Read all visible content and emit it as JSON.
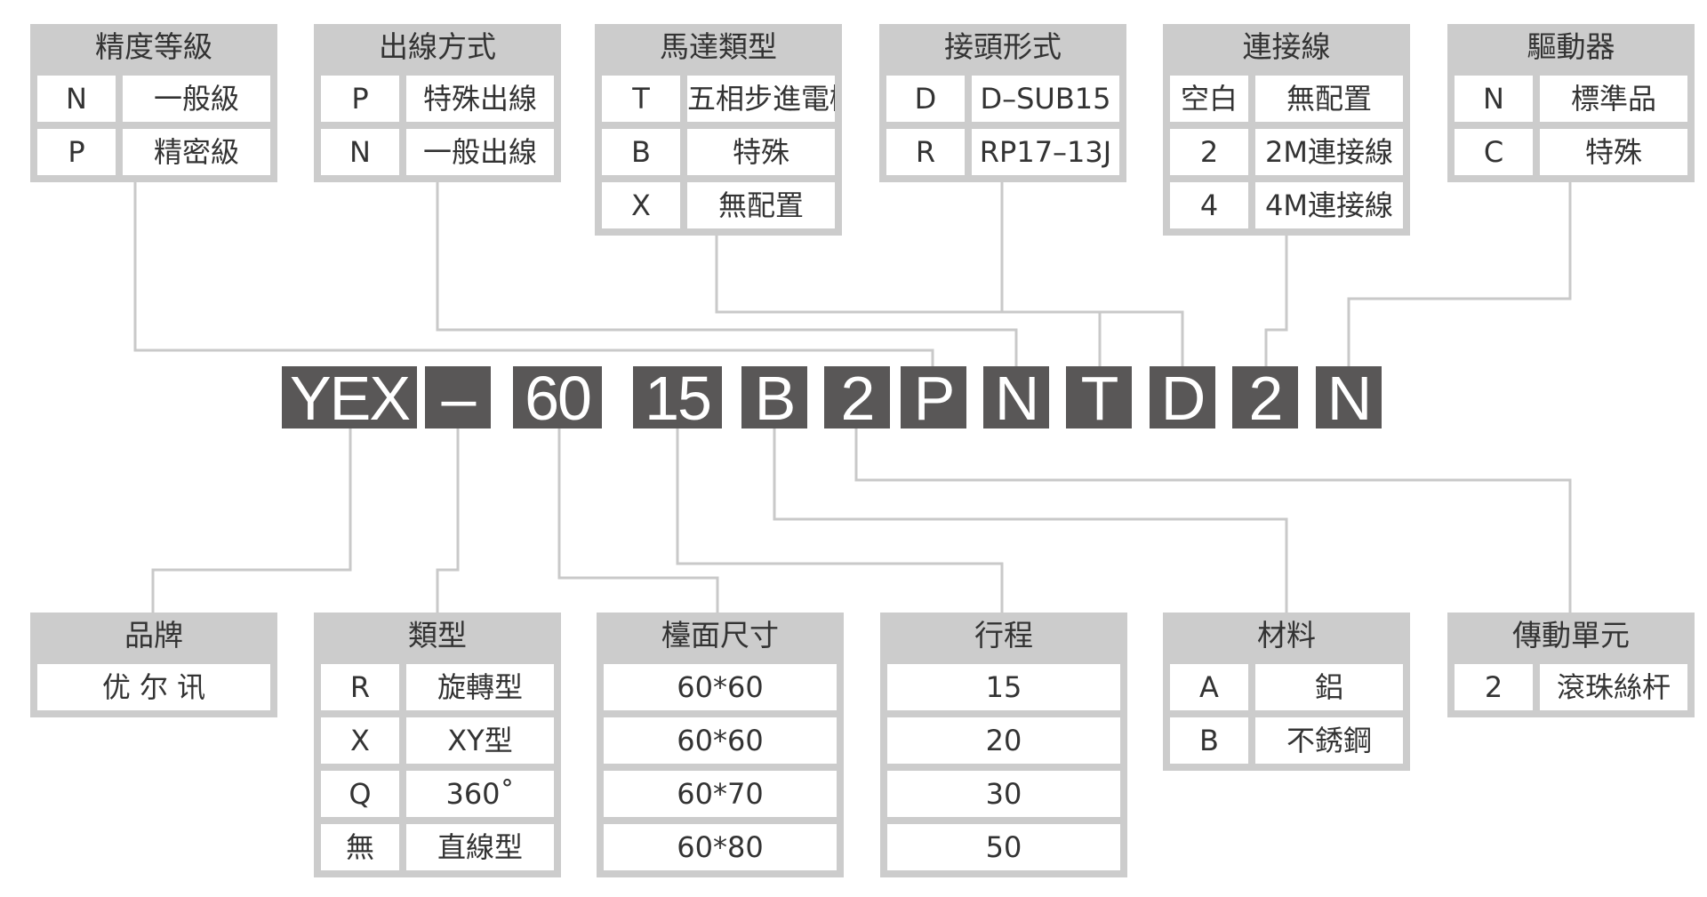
{
  "model_code": {
    "parts": [
      "YEX",
      "–",
      "60",
      "15",
      "B",
      "2",
      "P",
      "N",
      "T",
      "D",
      "2",
      "N"
    ]
  },
  "top_tables": [
    {
      "title": "精度等級",
      "rows": [
        [
          "N",
          "一般級"
        ],
        [
          "P",
          "精密級"
        ]
      ]
    },
    {
      "title": "出線方式",
      "rows": [
        [
          "P",
          "特殊出線"
        ],
        [
          "N",
          "一般出線"
        ]
      ]
    },
    {
      "title": "馬達類型",
      "rows": [
        [
          "T",
          "五相步進電機"
        ],
        [
          "B",
          "特殊"
        ],
        [
          "X",
          "無配置"
        ]
      ]
    },
    {
      "title": "接頭形式",
      "rows": [
        [
          "D",
          "D–SUB15"
        ],
        [
          "R",
          "RP17–13J"
        ]
      ]
    },
    {
      "title": "連接線",
      "rows": [
        [
          "空白",
          "無配置"
        ],
        [
          "2",
          "2M連接線"
        ],
        [
          "4",
          "4M連接線"
        ]
      ]
    },
    {
      "title": "驅動器",
      "rows": [
        [
          "N",
          "標準品"
        ],
        [
          "C",
          "特殊"
        ]
      ]
    }
  ],
  "bottom_tables": [
    {
      "title": "品牌",
      "rows": [
        [
          "优 尔 讯"
        ]
      ]
    },
    {
      "title": "類型",
      "rows": [
        [
          "R",
          "旋轉型"
        ],
        [
          "X",
          "XY型"
        ],
        [
          "Q",
          "360˚"
        ],
        [
          "無",
          "直線型"
        ]
      ]
    },
    {
      "title": "檯面尺寸",
      "rows": [
        [
          "60*60"
        ],
        [
          "60*60"
        ],
        [
          "60*70"
        ],
        [
          "60*80"
        ]
      ]
    },
    {
      "title": "行程",
      "rows": [
        [
          "15"
        ],
        [
          "20"
        ],
        [
          "30"
        ],
        [
          "50"
        ]
      ]
    },
    {
      "title": "材料",
      "rows": [
        [
          "A",
          "鋁"
        ],
        [
          "B",
          "不銹鋼"
        ]
      ]
    },
    {
      "title": "傳動單元",
      "rows": [
        [
          "2",
          "滾珠絲杆"
        ]
      ]
    }
  ],
  "colors": {
    "code_box": "#595757",
    "code_text": "#ffffff",
    "table_frame": "#cccccc",
    "cell_bg": "#ffffff",
    "text": "#333333",
    "connector": "#c9c9c9"
  }
}
